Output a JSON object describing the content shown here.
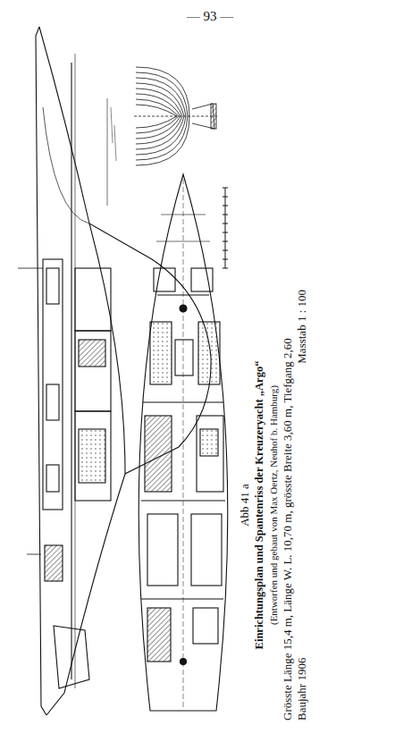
{
  "diagram": {
    "labels": [
      "— 93 —",
      "Abb 41 a",
      "Einrichtungsplan und Spantenriss der Kreuzeryacht „Argo“",
      "(Entworfen und gebaut von Max Oertz, Neuhof b. Hamburg)",
      "Grösste Länge 15,4 m, Länge W. L. 10,70 m, grösste Breite 3,60 m, Tiefgang 2,60",
      "Baujahr 1906",
      "Masstab 1 : 100"
    ]
  }
}
